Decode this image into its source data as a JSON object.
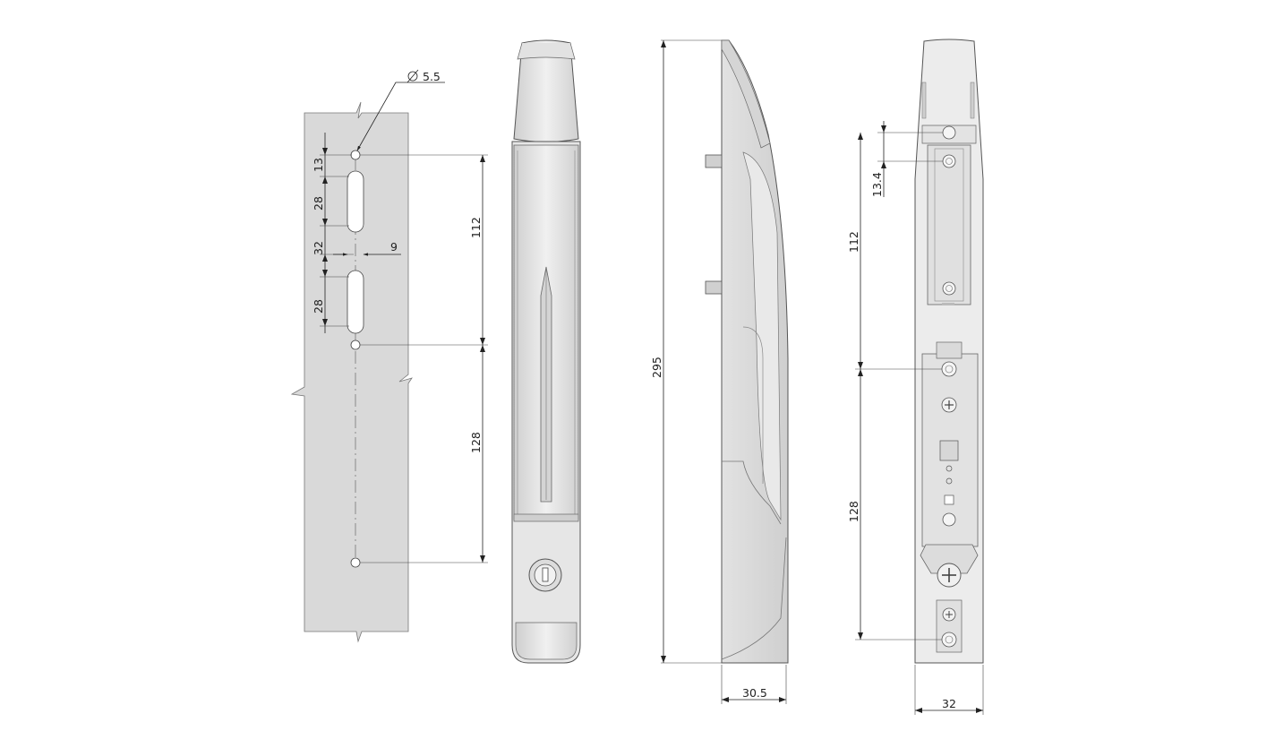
{
  "diagram": {
    "colors": {
      "line": "#222222",
      "panel_fill": "#d9d9d9",
      "part_fill": "#e8e8e8",
      "part_dark": "#c8c8c8",
      "part_stroke": "#555555"
    },
    "cutout_view": {
      "hole_diameter_label": "5.5",
      "dim_top_to_slot": "13",
      "dim_slot1": "28",
      "dim_gap": "32",
      "dim_slot_width": "9",
      "dim_slot2": "28",
      "dim_upper_spacing": "112",
      "dim_lower_spacing": "128"
    },
    "side_view": {
      "overall_length": "295",
      "depth": "30.5"
    },
    "back_view": {
      "dim_offset": "13.4",
      "dim_upper_spacing": "112",
      "dim_lower_spacing": "128",
      "width": "32"
    },
    "icons": [
      "diameter-symbol-icon",
      "screw-cross-icon",
      "key-cylinder-icon"
    ]
  }
}
